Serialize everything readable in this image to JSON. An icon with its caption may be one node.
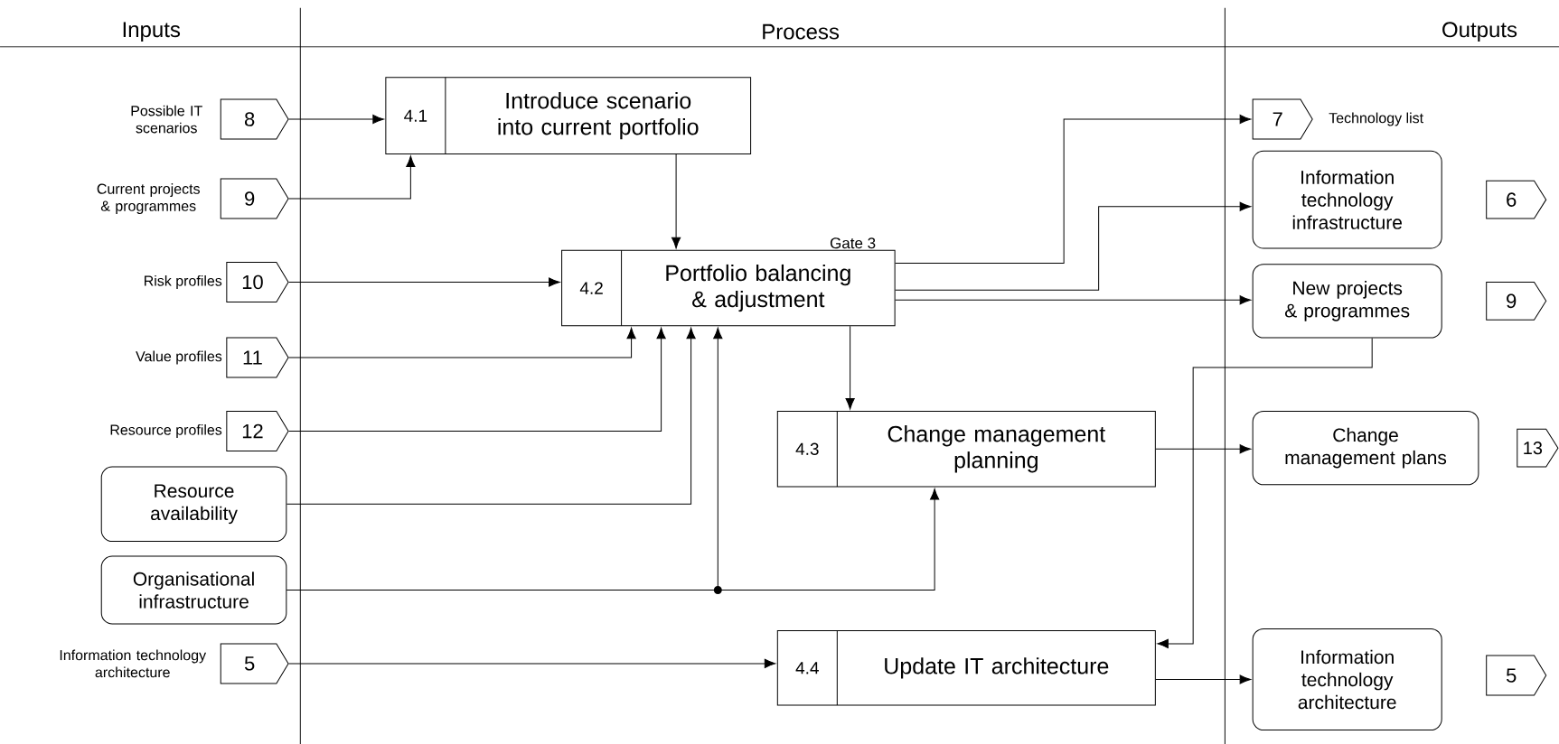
{
  "diagram": {
    "nodes": [
      {
        "text": [
          "8"
        ],
        "beside": [
          "Possible IT scenarios"
        ]
      },
      {
        "text": [
          "9"
        ],
        "beside": [
          "Current projects & programmes"
        ]
      },
      {
        "text": [
          "10"
        ],
        "beside": [
          "Risk profiles"
        ]
      },
      {
        "text": [
          "11"
        ],
        "beside": [
          "Value profiles"
        ]
      },
      {
        "text": [
          "12"
        ],
        "beside": [
          "Resource profiles"
        ]
      },
      {
        "text": [
          "Resource availability"
        ]
      },
      {
        "text": [
          "Organisational infrastructure"
        ]
      },
      {
        "text": [
          "5"
        ],
        "beside": [
          "Information technology architecture"
        ]
      },
      {
        "text": [
          "4.1",
          "Introduce scenario into current portfolio"
        ]
      },
      {
        "text": [
          "4.2",
          "Portfolio balancing & adjustment"
        ],
        "beside": [
          "Gate 3"
        ]
      },
      {
        "text": [
          "4.3",
          "Change management planning"
        ]
      },
      {
        "text": [
          "4.4",
          "Update IT architecture"
        ]
      },
      {
        "text": [
          "7"
        ],
        "beside": [
          "Technology list"
        ]
      },
      {
        "text": [
          "Information technology infrastructure"
        ]
      },
      {
        "text": [
          "6"
        ]
      },
      {
        "text": [
          "New projects & programmes"
        ]
      },
      {
        "text": [
          "9"
        ]
      },
      {
        "text": [
          "Change management plans"
        ]
      },
      {
        "text": [
          "13"
        ]
      },
      {
        "text": [
          "Information technology architecture"
        ]
      },
      {
        "text": [
          "5"
        ]
      }
    ],
    "edges": [
      {
        "from": 0,
        "to": 8,
        "arrow": "to"
      },
      {
        "from": 1,
        "to": 8,
        "arrow": "to"
      },
      {
        "from": 8,
        "to": 9,
        "arrow": "to"
      },
      {
        "from": 2,
        "to": 9,
        "arrow": "to"
      },
      {
        "from": 3,
        "to": 9,
        "arrow": "to"
      },
      {
        "from": 4,
        "to": 9,
        "arrow": "to"
      },
      {
        "from": 5,
        "to": 9,
        "arrow": "to"
      },
      {
        "from": 6,
        "to": 9,
        "arrow": "to"
      },
      {
        "from": 6,
        "to": 10,
        "arrow": "to"
      },
      {
        "from": 7,
        "to": 11,
        "arrow": "to"
      },
      {
        "from": 9,
        "to": 12,
        "arrow": "to"
      },
      {
        "from": 9,
        "to": 13,
        "arrow": "to"
      },
      {
        "from": 9,
        "to": 15,
        "arrow": "to"
      },
      {
        "from": 9,
        "to": 10,
        "arrow": "to"
      },
      {
        "from": 10,
        "to": 17,
        "arrow": "to"
      },
      {
        "from": 15,
        "to": 11,
        "arrow": "to"
      },
      {
        "from": 11,
        "to": 19,
        "arrow": "to"
      }
    ],
    "labels": [
      "Inputs",
      "Process",
      "Outputs"
    ]
  }
}
